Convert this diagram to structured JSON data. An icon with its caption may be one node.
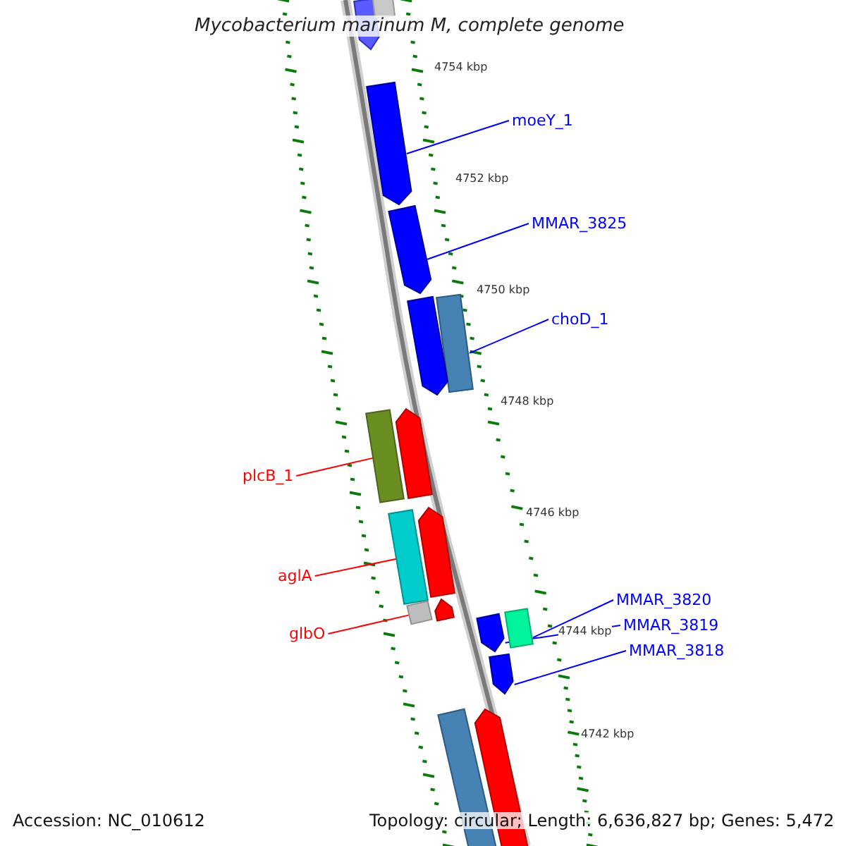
{
  "diagram": {
    "title": "Mycobacterium marinum M, complete genome",
    "nodes": [
      {
        "text": [
          "moeY_1"
        ]
      },
      {
        "text": [],
        "shape": "bar"
      },
      {
        "text": [
          "MMAR_3825"
        ]
      },
      {
        "text": [],
        "shape": "bar"
      },
      {
        "text": [
          "choD_1"
        ]
      },
      {
        "text": [],
        "shape": "bar"
      },
      {
        "text": [
          "plcB_1"
        ]
      },
      {
        "text": [],
        "shape": "bar"
      },
      {
        "text": [
          "aglA"
        ]
      },
      {
        "text": [],
        "shape": "bar"
      },
      {
        "text": [
          "glbO"
        ]
      },
      {
        "text": [],
        "shape": "bar"
      },
      {
        "text": [
          "MMAR_3820"
        ]
      },
      {
        "text": [],
        "shape": "bar"
      },
      {
        "text": [
          "MMAR_3819"
        ]
      },
      {
        "text": [],
        "shape": "bar"
      },
      {
        "text": [
          "MMAR_3818"
        ]
      },
      {
        "text": [],
        "shape": "bar"
      },
      {
        "text": [],
        "shape": "bar"
      },
      {
        "text": [],
        "shape": "bar"
      },
      {
        "text": [],
        "shape": "bar"
      },
      {
        "text": [],
        "shape": "bar"
      },
      {
        "text": [],
        "shape": "bar"
      },
      {
        "text": [],
        "shape": "bar"
      },
      {
        "text": [],
        "shape": "bar"
      },
      {
        "text": [],
        "shape": "bar"
      }
    ],
    "edges": [
      {
        "from": 0,
        "to": 1,
        "arrow": "none"
      },
      {
        "from": 2,
        "to": 3,
        "arrow": "none"
      },
      {
        "from": 4,
        "to": 5,
        "arrow": "none"
      },
      {
        "from": 6,
        "to": 7,
        "arrow": "none",
        "color": "#ff0000"
      },
      {
        "from": 8,
        "to": 9,
        "arrow": "none",
        "color": "#ff0000"
      },
      {
        "from": 10,
        "to": 11,
        "arrow": "none",
        "color": "#ff0000"
      },
      {
        "from": 12,
        "to": 13,
        "arrow": "none"
      },
      {
        "from": 14,
        "to": 15,
        "arrow": "none"
      },
      {
        "from": 16,
        "to": 17,
        "arrow": "none"
      }
    ],
    "labels": [
      "4754 kbp",
      "4752 kbp",
      "4750 kbp",
      "4748 kbp",
      "4746 kbp",
      "4744 kbp",
      "4742 kbp",
      "Accession: NC_010612",
      "Topology: circular; Length: 6,636,827 bp; Genes: 5,472"
    ]
  }
}
